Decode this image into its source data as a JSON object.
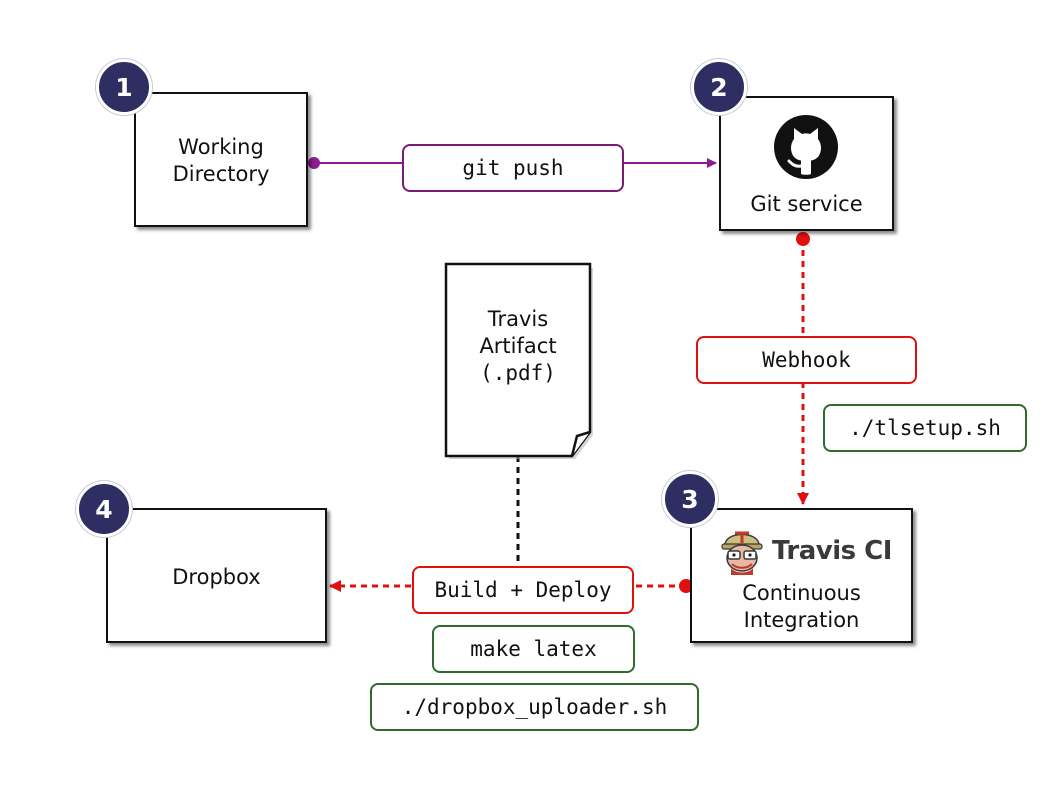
{
  "nodes": {
    "working_directory": {
      "badge": "1",
      "lines": [
        "Working",
        "Directory"
      ]
    },
    "git_service": {
      "badge": "2",
      "title": "Git service",
      "icon": "github-octocat-icon"
    },
    "travis_ci": {
      "badge": "3",
      "brand": "Travis CI",
      "lines": [
        "Continuous",
        "Integration"
      ],
      "icon": "travis-mascot-icon"
    },
    "dropbox": {
      "badge": "4",
      "title": "Dropbox"
    },
    "artifact": {
      "lines": [
        "Travis",
        "Artifact"
      ],
      "ext": "(.pdf)"
    }
  },
  "edge_labels": {
    "git_push": "git push",
    "webhook": "Webhook",
    "tlsetup": "./tlsetup.sh",
    "build_deploy": "Build + Deploy",
    "make_latex": "make latex",
    "dropbox_uploader": "./dropbox_uploader.sh"
  },
  "colors": {
    "purple_edge": "#8e1b8f",
    "red_edge": "#e01010",
    "green_label": "#2f6b2f",
    "badge": "#2f2e63"
  }
}
